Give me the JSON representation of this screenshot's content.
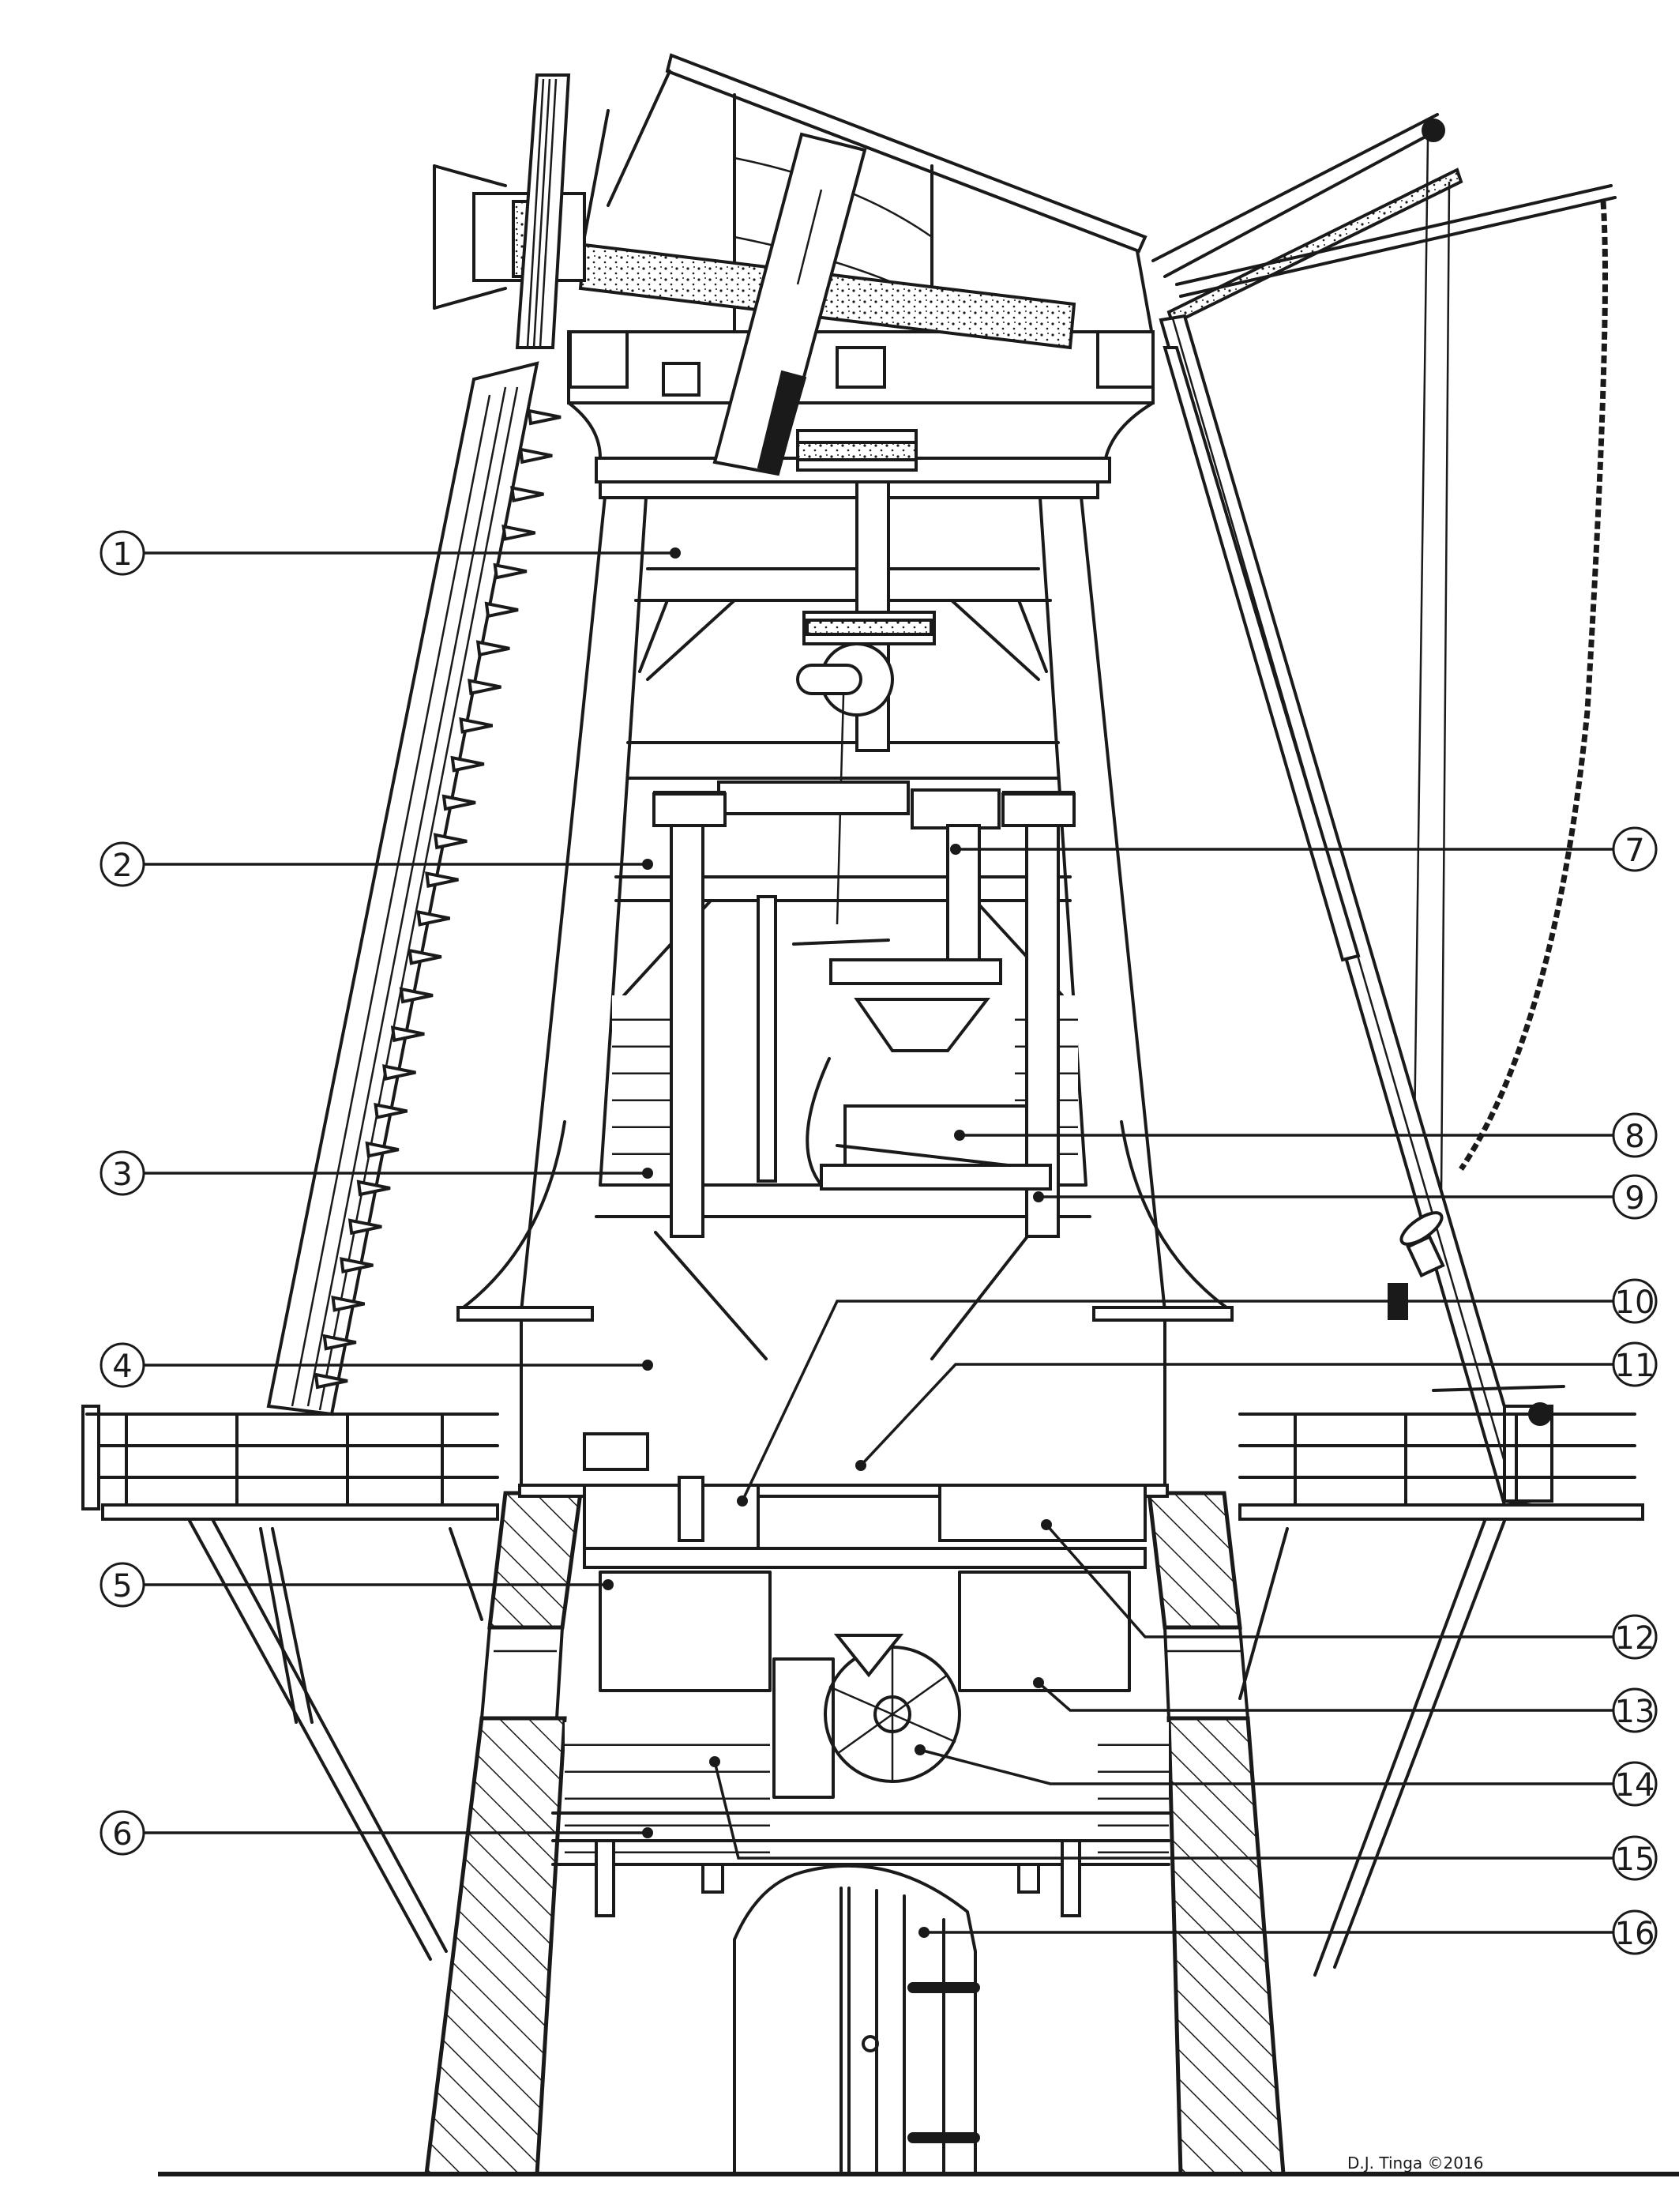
{
  "figure": {
    "title": "Windmill cross-section (technical line drawing)",
    "signature": "D.J. Tinga ©2016",
    "line_color": "#1a1a1a",
    "background_color": "#ffffff"
  },
  "callouts": [
    {
      "number": "1",
      "side": "left"
    },
    {
      "number": "2",
      "side": "left"
    },
    {
      "number": "3",
      "side": "left"
    },
    {
      "number": "4",
      "side": "left"
    },
    {
      "number": "5",
      "side": "left"
    },
    {
      "number": "6",
      "side": "left"
    },
    {
      "number": "7",
      "side": "right"
    },
    {
      "number": "8",
      "side": "right"
    },
    {
      "number": "9",
      "side": "right"
    },
    {
      "number": "10",
      "side": "right"
    },
    {
      "number": "11",
      "side": "right"
    },
    {
      "number": "12",
      "side": "right"
    },
    {
      "number": "13",
      "side": "right"
    },
    {
      "number": "14",
      "side": "right"
    },
    {
      "number": "15",
      "side": "right"
    },
    {
      "number": "16",
      "side": "right"
    }
  ]
}
